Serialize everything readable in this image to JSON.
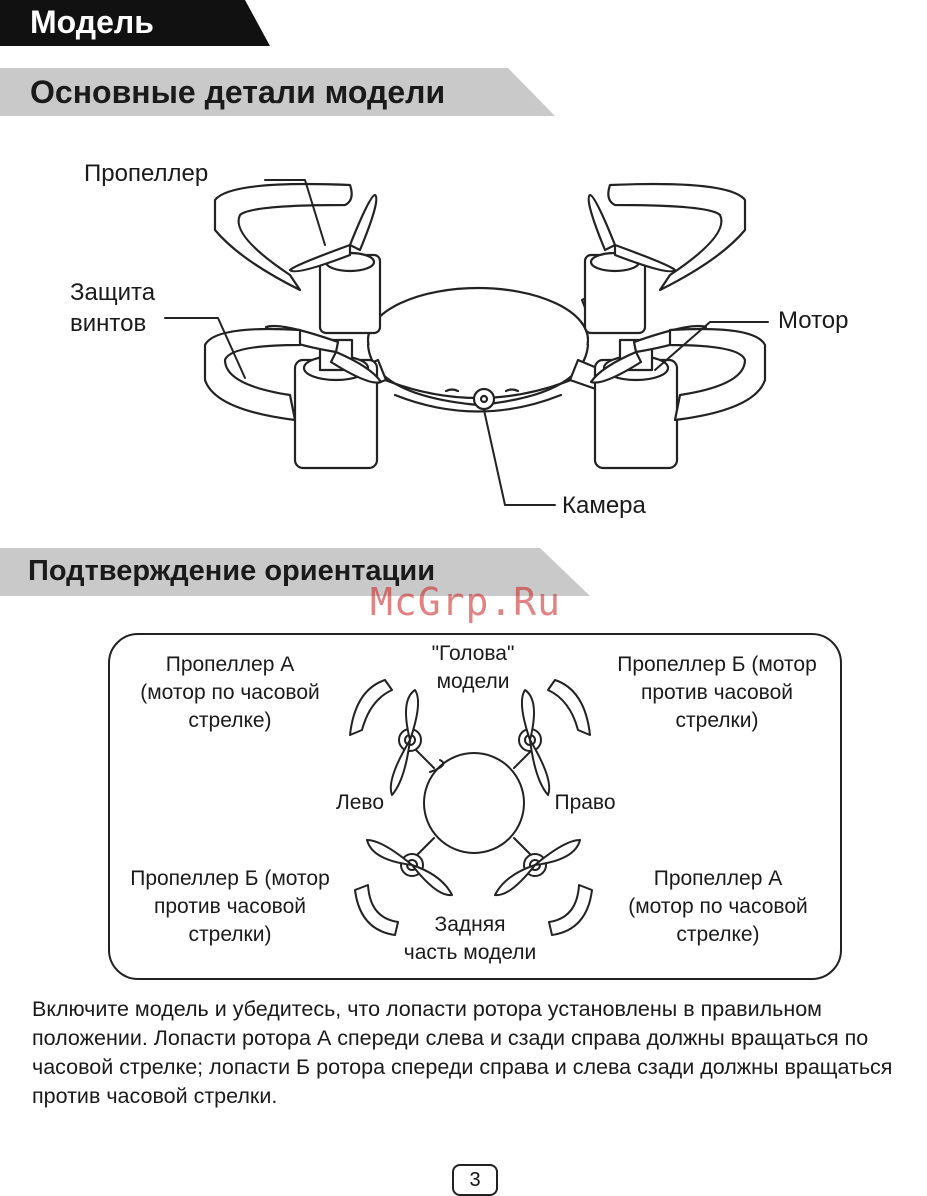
{
  "header": {
    "section_title": "Модель"
  },
  "main_parts": {
    "title": "Основные детали модели",
    "labels": {
      "propeller": "Пропеллер",
      "guard_line1": "Защита",
      "guard_line2": "винтов",
      "motor": "Мотор",
      "camera": "Камера"
    }
  },
  "orientation": {
    "title": "Подтверждение ориентации",
    "head_line1": "\"Голова\"",
    "head_line2": "модели",
    "left": "Лево",
    "right": "Право",
    "rear_line1": "Задняя",
    "rear_line2": "часть модели",
    "top_left": [
      "Пропеллер А",
      "(мотор по часовой",
      "стрелке)"
    ],
    "top_right": [
      "Пропеллер Б (мотор",
      "против часовой",
      "стрелки)"
    ],
    "bottom_left": [
      "Пропеллер Б (мотор",
      "против часовой",
      "стрелки)"
    ],
    "bottom_right": [
      "Пропеллер А",
      "(мотор по часовой",
      "стрелке)"
    ]
  },
  "watermark": "McGrp.Ru",
  "instructions": "Включите модель и убедитесь, что лопасти ротора установлены в правильном положении. Лопасти ротора А спереди слева и сзади справа должны вращаться по часовой стрелке; лопасти Б ротора спереди справа и слева сзади должны вращаться против часовой стрелки.",
  "page_number": "3"
}
